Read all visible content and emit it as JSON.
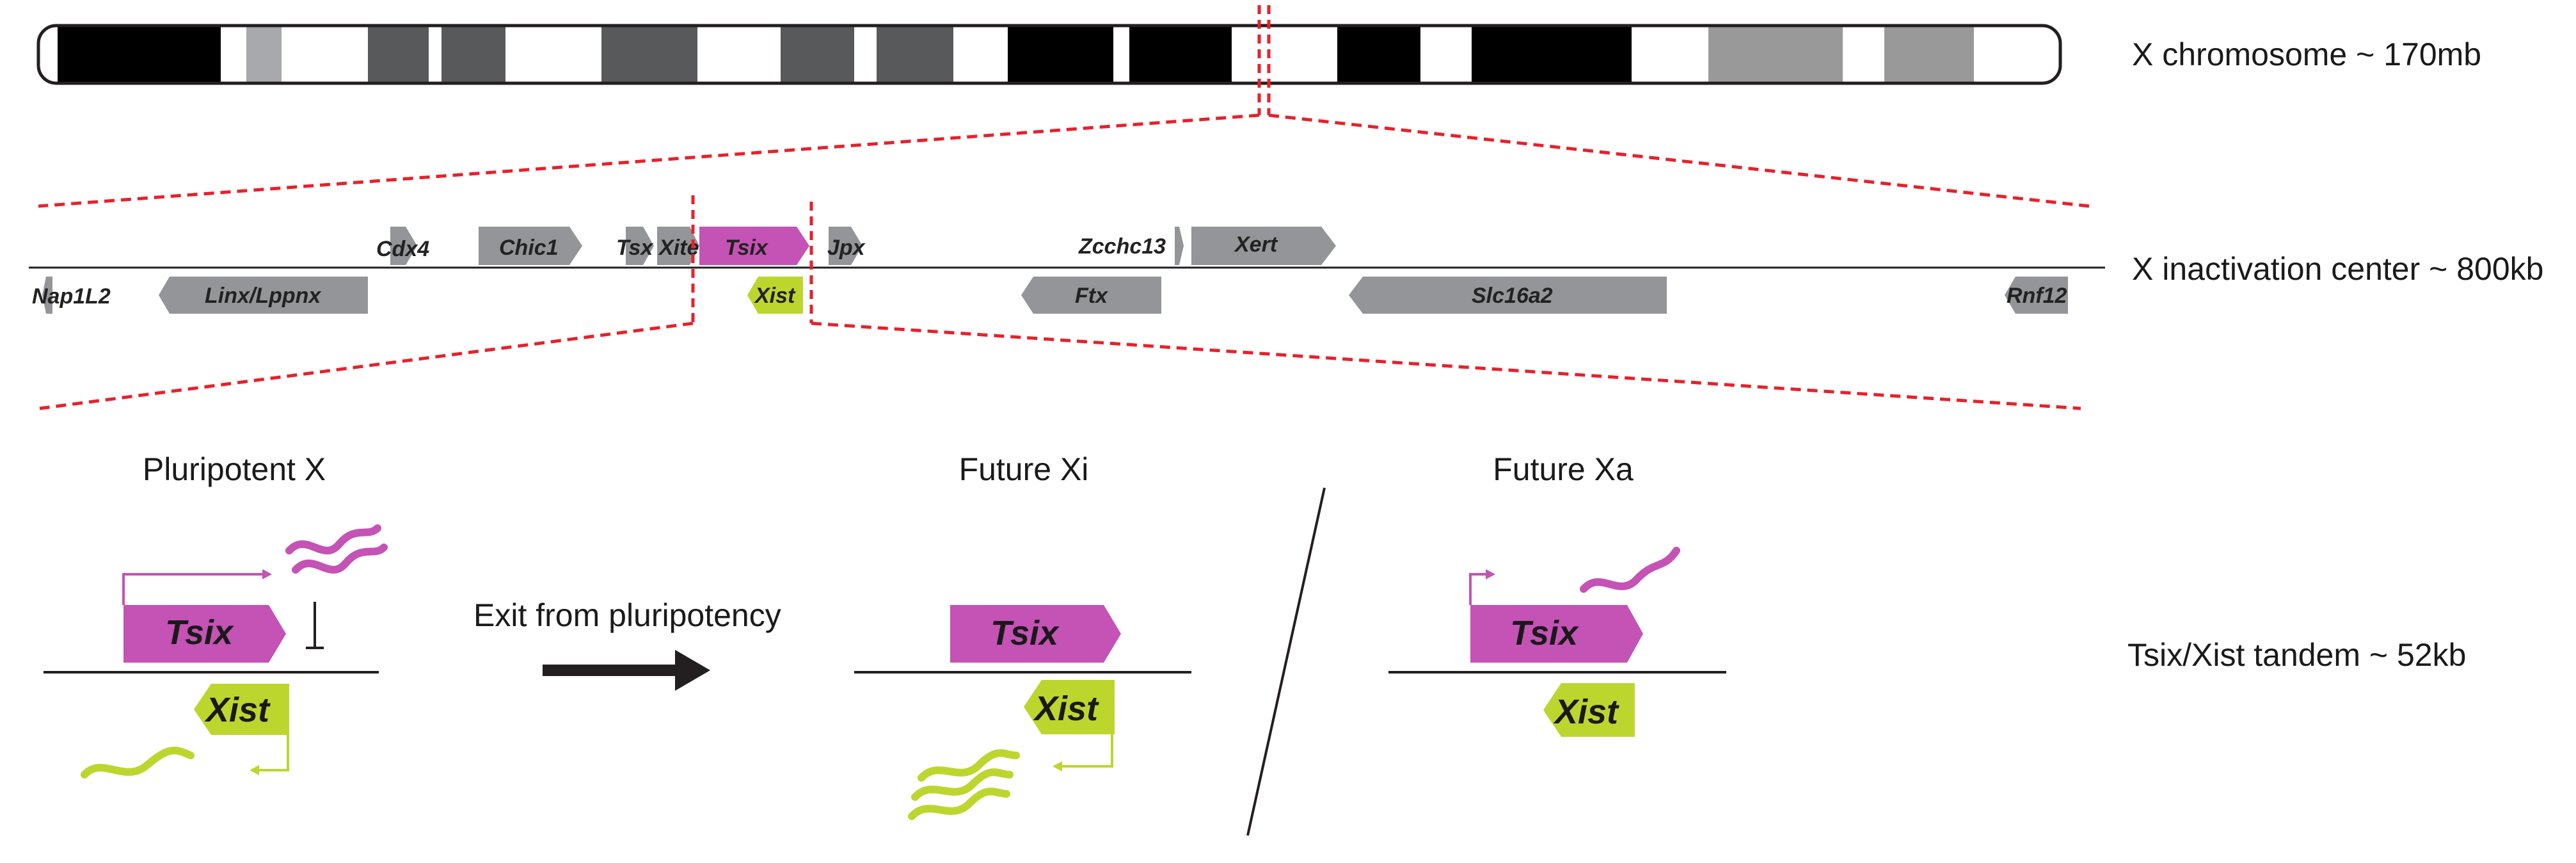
{
  "colors": {
    "tsix": "#c552b5",
    "xist": "#bdd62e",
    "gene": "#939598",
    "band_black": "#000000",
    "band_dark": "#58595b",
    "band_mid": "#a7a9ac",
    "band_light": "#999999",
    "zoom_line": "#e8202a",
    "axis": "#231f20"
  },
  "rows": {
    "chromosome": "X chromosome ~ 170mb",
    "xic": "X inactivation center ~ 800kb",
    "tandem": "Tsix/Xist tandem ~ 52kb"
  },
  "genes": {
    "cdx4": "Cdx4",
    "chic1": "Chic1",
    "tsx": "Tsx",
    "xite": "Xite",
    "tsix": "Tsix",
    "jpx": "Jpx",
    "zcchc13": "Zcchc13",
    "xert": "Xert",
    "nap1l2": "Nap1L2",
    "linx": "Linx/Lppnx",
    "xist": "Xist",
    "ftx": "Ftx",
    "slc16a2": "Slc16a2",
    "rnf12": "Rnf12"
  },
  "panels": {
    "pluripotent": {
      "title": "Pluripotent X",
      "tsix": "Tsix",
      "xist": "Xist"
    },
    "future_xi": {
      "title": "Future Xi",
      "tsix": "Tsix",
      "xist": "Xist"
    },
    "future_xa": {
      "title": "Future Xa",
      "tsix": "Tsix",
      "xist": "Xist"
    }
  },
  "transition": {
    "label": "Exit from pluripotency"
  }
}
